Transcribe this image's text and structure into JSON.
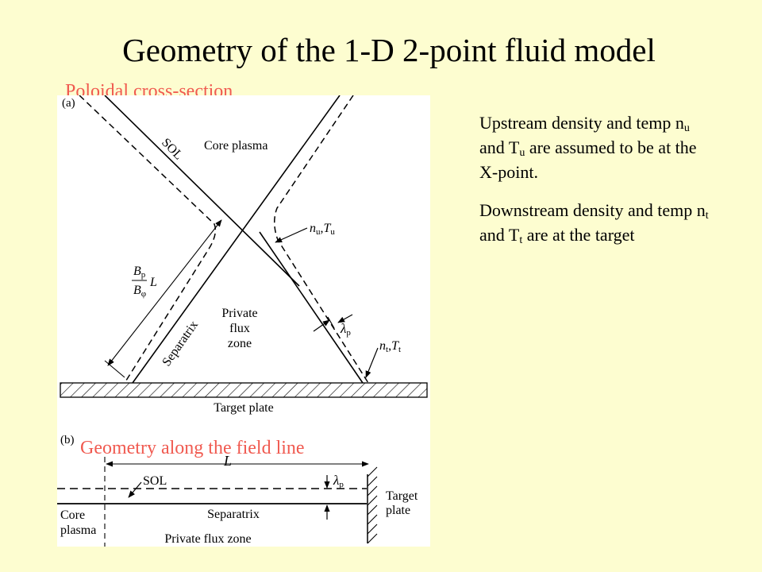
{
  "slide": {
    "title": "Geometry of the 1-D 2-point fluid model"
  },
  "labels": {
    "poloidal": "Poloidal cross-section",
    "field_line": "Geometry along the field line"
  },
  "figure_a": {
    "panel_tag": "(a)",
    "core_plasma": "Core plasma",
    "sol": "SOL",
    "upstream": {
      "n": "n",
      "n_sub": "u",
      "t": "T",
      "t_sub": "u",
      "sep": ","
    },
    "target": {
      "n": "n",
      "n_sub": "t",
      "t": "T",
      "t_sub": "t",
      "sep": ","
    },
    "length": {
      "num": "B",
      "num_sub": "p",
      "den": "B",
      "den_sub": "φ",
      "suffix": "L"
    },
    "separatrix": "Separatrix",
    "private": [
      "Private",
      "flux",
      "zone"
    ],
    "lambda": {
      "sym": "λ",
      "sub": "p"
    },
    "target_plate": "Target plate"
  },
  "figure_b": {
    "panel_tag": "(b)",
    "length": "L",
    "sol": "SOL",
    "lambda": {
      "sym": "λ",
      "sub": "p"
    },
    "target_plate": [
      "Target",
      "plate"
    ],
    "core_plasma": [
      "Core",
      "plasma"
    ],
    "separatrix": "Separatrix",
    "private_zone": "Private flux zone"
  },
  "notes": {
    "p1": {
      "a": "Upstream density and temp n",
      "n_sub": "u",
      "b": " and T",
      "t_sub": "u",
      "c": " are assumed to be at the X-point."
    },
    "p2": {
      "a": "Downstream density and temp n",
      "n_sub": "t",
      "b": " and T",
      "t_sub": "t",
      "c": " are at the target"
    }
  }
}
